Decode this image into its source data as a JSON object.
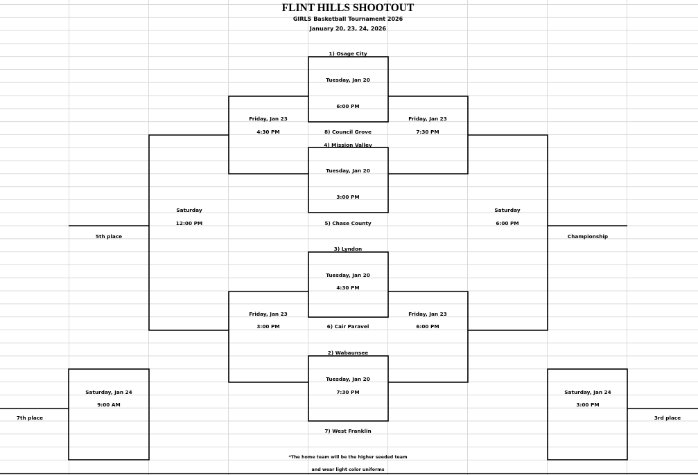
{
  "header": {
    "title": "FLINT HILLS SHOOTOUT",
    "subtitle": "GIRLS Basketball  Tournament 2026",
    "dates": "January 20, 23, 24,  2026"
  },
  "teams": {
    "t1": "1) Osage City",
    "t8": "8) Council Grove",
    "t4": "4) Mission Valley",
    "t5": "5) Chase County",
    "t3": "3) Lyndon",
    "t6": "6) Cair Paravel",
    "t2": "2) Wabaunsee",
    "t7": "7) West Franklin"
  },
  "games": {
    "g1": {
      "day": "Tuesday, Jan 20",
      "time": "6:00 PM"
    },
    "g2": {
      "day": "Tuesday, Jan 20",
      "time": "3:00 PM"
    },
    "g3": {
      "day": "Tuesday, Jan 20",
      "time": "4:30 PM"
    },
    "g4": {
      "day": "Tuesday, Jan 20",
      "time": "7:30 PM"
    },
    "cons_top": {
      "day": "Friday, Jan 23",
      "time": "4:30 PM"
    },
    "semi_top": {
      "day": "Friday, Jan 23",
      "time": "7:30 PM"
    },
    "cons_bot": {
      "day": "Friday, Jan 23",
      "time": "3:00 PM"
    },
    "semi_bot": {
      "day": "Friday, Jan 23",
      "time": "6:00 PM"
    },
    "fifth": {
      "day": "Saturday",
      "time": "12:00 PM"
    },
    "champ": {
      "day": "Saturday",
      "time": "6:00 PM"
    },
    "seventh": {
      "day": "Saturday, Jan 24",
      "time": "9:00 AM"
    },
    "third": {
      "day": "Saturday, Jan 24",
      "time": "3:00 PM"
    }
  },
  "places": {
    "fifth": "5th place",
    "championship": "Championship",
    "seventh": "7th place",
    "third": "3rd place"
  },
  "notes": {
    "line1": "*The home team will be the higher seeded team",
    "line2": "and wear light color uniforms"
  }
}
